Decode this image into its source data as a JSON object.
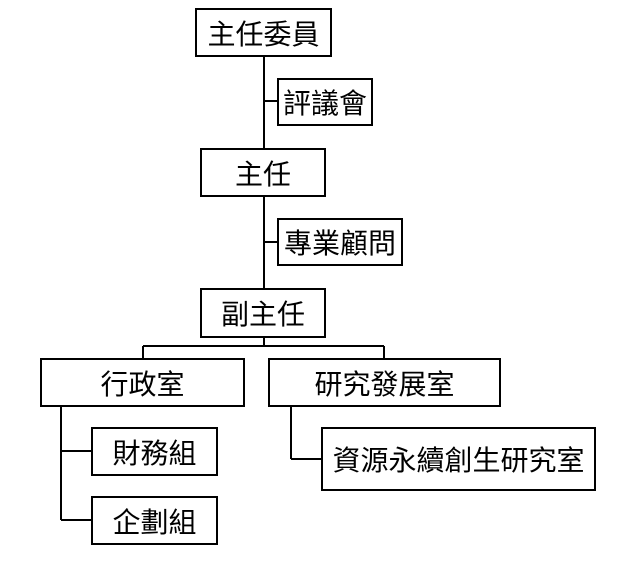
{
  "org_chart": {
    "commissioner": "主任委員",
    "council": "評議會",
    "director": "主任",
    "consultant": "專業顧問",
    "deputy_director": "副主任",
    "admin_office": "行政室",
    "research_office": "研究發展室",
    "finance_group": "財務組",
    "planning_group": "企劃組",
    "sustainability_lab": "資源永續創生研究室"
  }
}
